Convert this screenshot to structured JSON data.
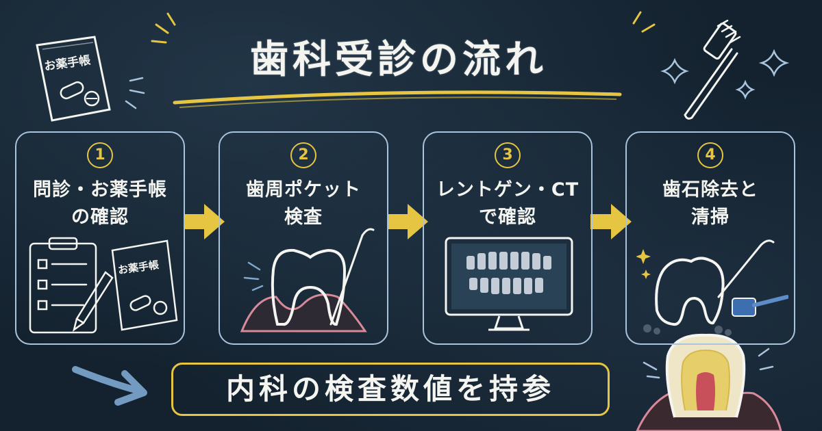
{
  "title": "歯科受診の流れ",
  "book_label": "お薬手帳",
  "steps": [
    {
      "number": "1",
      "line1": "問診・お薬手帳",
      "line2": "の確認"
    },
    {
      "number": "2",
      "line1": "歯周ポケット",
      "line2": "検査"
    },
    {
      "number": "3",
      "line1": "レントゲン・CT",
      "line2": "で確認"
    },
    {
      "number": "4",
      "line1": "歯石除去と",
      "line2": "清掃"
    }
  ],
  "bottom_note": "内科の検査数値を持参",
  "colors": {
    "background": "#14222f",
    "chalk_white": "#f4f4f0",
    "chalk_yellow": "#e5c541",
    "chalk_blue": "#a9c4dc",
    "gum_pink": "#d98a9a"
  },
  "icons": [
    "medicine-book-icon",
    "toothbrush-icon",
    "sparkle-icon",
    "clipboard-icon",
    "pencil-icon",
    "tooth-icon",
    "dental-probe-icon",
    "xray-monitor-icon",
    "scaler-icon",
    "tooth-cross-section-icon",
    "arrow-right-icon"
  ]
}
